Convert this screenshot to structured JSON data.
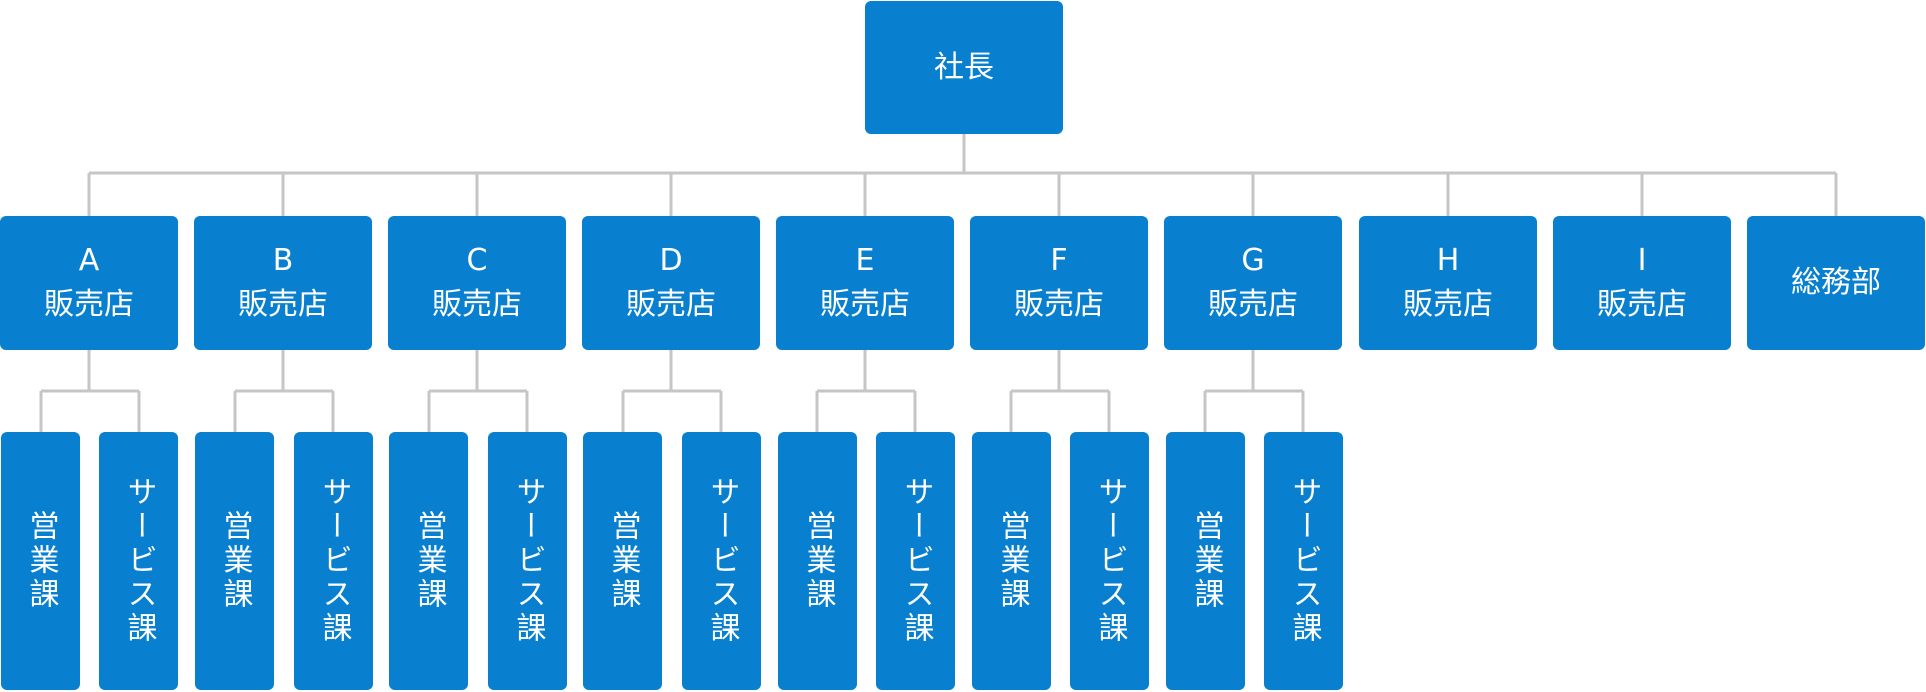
{
  "root": {
    "label": "社長"
  },
  "colors": {
    "box": "#0980cf",
    "text": "#ffffff",
    "connector": "#c6c6c6"
  },
  "branches": [
    {
      "letter": "A",
      "label": "販売店",
      "children": [
        "営業課",
        "サービス課"
      ]
    },
    {
      "letter": "B",
      "label": "販売店",
      "children": [
        "営業課",
        "サービス課"
      ]
    },
    {
      "letter": "C",
      "label": "販売店",
      "children": [
        "営業課",
        "サービス課"
      ]
    },
    {
      "letter": "D",
      "label": "販売店",
      "children": [
        "営業課",
        "サービス課"
      ]
    },
    {
      "letter": "E",
      "label": "販売店",
      "children": [
        "営業課",
        "サービス課"
      ]
    },
    {
      "letter": "F",
      "label": "販売店",
      "children": [
        "営業課",
        "サービス課"
      ]
    },
    {
      "letter": "G",
      "label": "販売店",
      "children": [
        "営業課",
        "サービス課"
      ]
    },
    {
      "letter": "H",
      "label": "販売店",
      "children": []
    },
    {
      "letter": "I",
      "label": "販売店",
      "children": []
    },
    {
      "letter": "",
      "label": "総務部",
      "children": []
    }
  ]
}
